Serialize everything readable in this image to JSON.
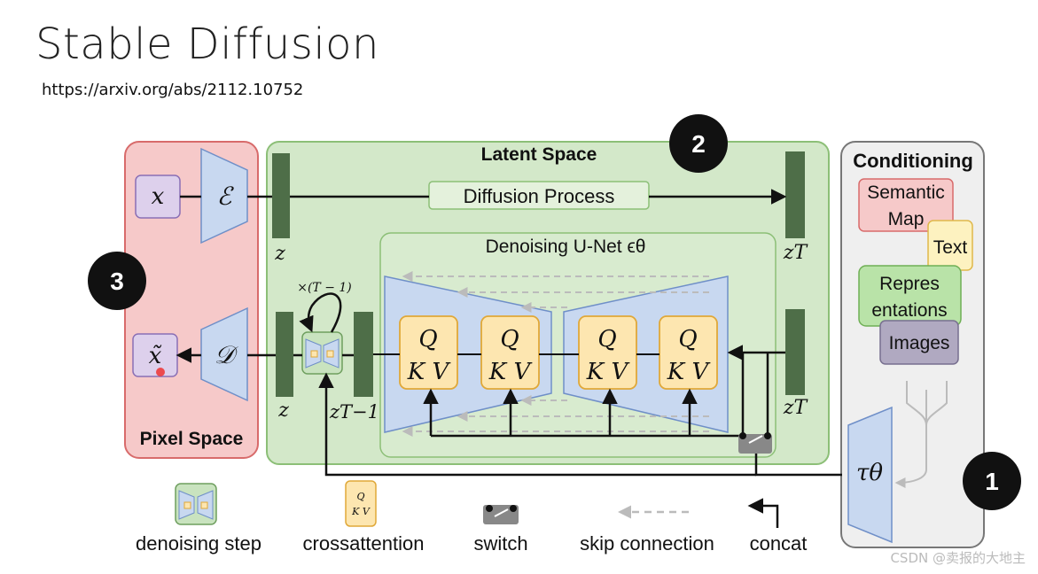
{
  "header": {
    "title": "Stable Diffusion",
    "url": "https://arxiv.org/abs/2112.10752"
  },
  "regions": {
    "pixel_space": "Pixel Space",
    "latent_space": "Latent Space",
    "conditioning": "Conditioning",
    "unet": "Denoising U-Net ϵθ",
    "diffusion_process": "Diffusion Process"
  },
  "symbols": {
    "x": "x",
    "x_tilde": "x̃",
    "encoder": "ℰ",
    "decoder": "𝒟",
    "z_top": "z",
    "z_bottom": "z",
    "z_t_top": "zT",
    "z_t_bottom": "zT",
    "z_t_minus_1": "zT−1",
    "loop": "×(T − 1)",
    "tau": "τθ",
    "q": "Q",
    "kv": "K V"
  },
  "conditioning_items": {
    "semantic_map_line1": "Semantic",
    "semantic_map_line2": "Map",
    "text": "Text",
    "representations_line1": "Repres",
    "representations_line2": "entations",
    "images": "Images"
  },
  "badges": [
    "1",
    "2",
    "3"
  ],
  "legend": {
    "denoising_step": "denoising step",
    "crossattention": "crossattention",
    "switch": "switch",
    "skip_connection": "skip connection",
    "concat": "concat"
  },
  "watermark": "CSDN @卖报的大地主",
  "colors": {
    "pixel_bg": "#f6c9c9",
    "pixel_border": "#d86b6b",
    "latent_bg": "#d3e8c9",
    "latent_border": "#8cbf77",
    "bar": "#4e6e48",
    "trapezoid": "#c8d8f0",
    "trapezoid_border": "#6f8fc8",
    "attn_bg": "#fde6b0",
    "attn_border": "#e0a838",
    "cond_bg": "#efefef",
    "cond_border": "#777777",
    "semantic_bg": "#f6c9c9",
    "text_bg": "#fdf2c0",
    "repr_bg": "#b9e3a8",
    "images_bg": "#b0a9c1"
  }
}
